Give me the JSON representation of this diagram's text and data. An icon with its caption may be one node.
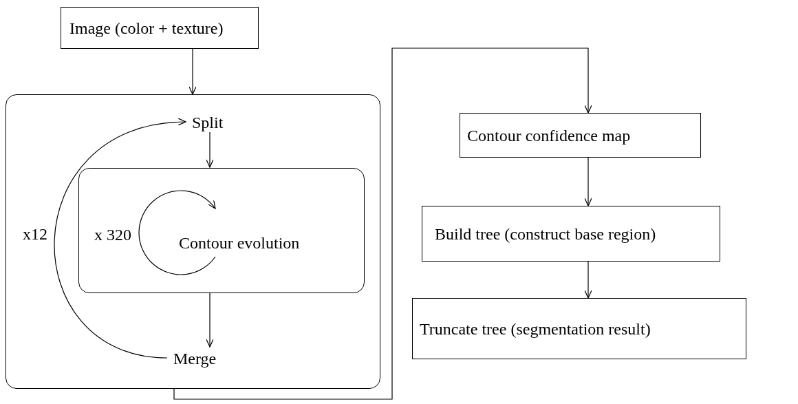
{
  "diagram": {
    "nodes": [
      {
        "text": [
          "Image (color + texture)"
        ]
      },
      {
        "text": [],
        "shape": "box"
      },
      {
        "text": [
          "Split"
        ],
        "in": 1
      },
      {
        "text": [
          "x 320",
          "Contour evolution"
        ],
        "in": 1
      },
      {
        "text": [
          "Merge"
        ],
        "in": 1
      },
      {
        "text": [
          "Contour confidence map"
        ]
      },
      {
        "text": [
          "Build tree (construct base region)"
        ]
      },
      {
        "text": [
          "Truncate tree (segmentation result)"
        ]
      }
    ],
    "edges": [
      {
        "from": 0,
        "to": 1,
        "arrow": "to"
      },
      {
        "from": 2,
        "to": 3,
        "arrow": "to"
      },
      {
        "from": 3,
        "to": 4,
        "arrow": "to"
      },
      {
        "from": 4,
        "to": 2,
        "arrow": "to",
        "label": "x12"
      },
      {
        "from": 1,
        "to": 5,
        "arrow": "to"
      },
      {
        "from": 5,
        "to": 6,
        "arrow": "to"
      },
      {
        "from": 6,
        "to": 7,
        "arrow": "to"
      }
    ]
  }
}
